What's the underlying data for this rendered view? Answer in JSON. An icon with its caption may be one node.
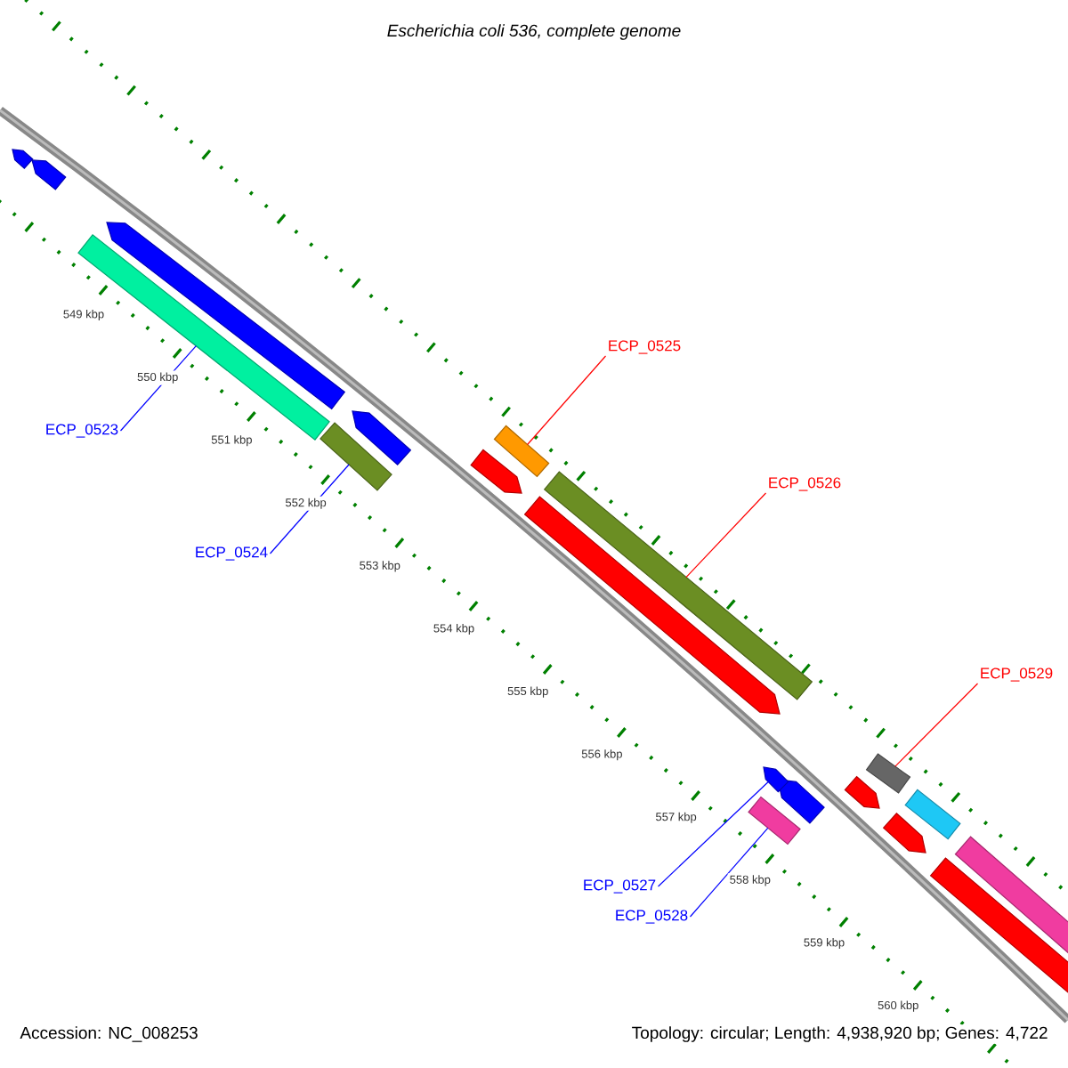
{
  "diagram": {
    "title": "Escherichia coli 536, complete genome",
    "nodes": [
      {
        "text": [
          "ECP_0525"
        ]
      },
      {
        "text": [
          "ECP_0523"
        ]
      },
      {
        "text": [
          "ECP_0526"
        ]
      },
      {
        "text": [
          "ECP_0524"
        ]
      },
      {
        "text": [
          "ECP_0529"
        ]
      },
      {
        "text": [
          "ECP_0527"
        ]
      },
      {
        "text": [
          "ECP_0528"
        ]
      },
      {
        "text": [],
        "shape": "bar"
      },
      {
        "text": [],
        "shape": "bar"
      },
      {
        "text": [],
        "shape": "bar"
      },
      {
        "text": [],
        "shape": "bar"
      },
      {
        "text": [],
        "shape": "arrow"
      },
      {
        "text": [],
        "shape": "bar"
      },
      {
        "text": [],
        "shape": "bar"
      }
    ],
    "edges": [
      {
        "from": 0,
        "to": 9,
        "arrow": "none",
        "color": "#ff0000"
      },
      {
        "from": 1,
        "to": 7,
        "arrow": "none"
      },
      {
        "from": 2,
        "to": 10,
        "arrow": "none",
        "color": "#ff0000"
      },
      {
        "from": 3,
        "to": 8,
        "arrow": "none"
      },
      {
        "from": 4,
        "to": 13,
        "arrow": "none",
        "color": "#ff0000"
      },
      {
        "from": 5,
        "to": 11,
        "arrow": "none"
      },
      {
        "from": 6,
        "to": 12,
        "arrow": "none"
      }
    ],
    "labels": [
      "549 kbp",
      "550 kbp",
      "551 kbp",
      "552 kbp",
      "553 kbp",
      "554 kbp",
      "555 kbp",
      "556 kbp",
      "557 kbp",
      "558 kbp",
      "559 kbp",
      "560 kbp",
      "Accession: NC_008253",
      "Topology: circular; Length: 4,938,920 bp; Genes: 4,722"
    ]
  }
}
